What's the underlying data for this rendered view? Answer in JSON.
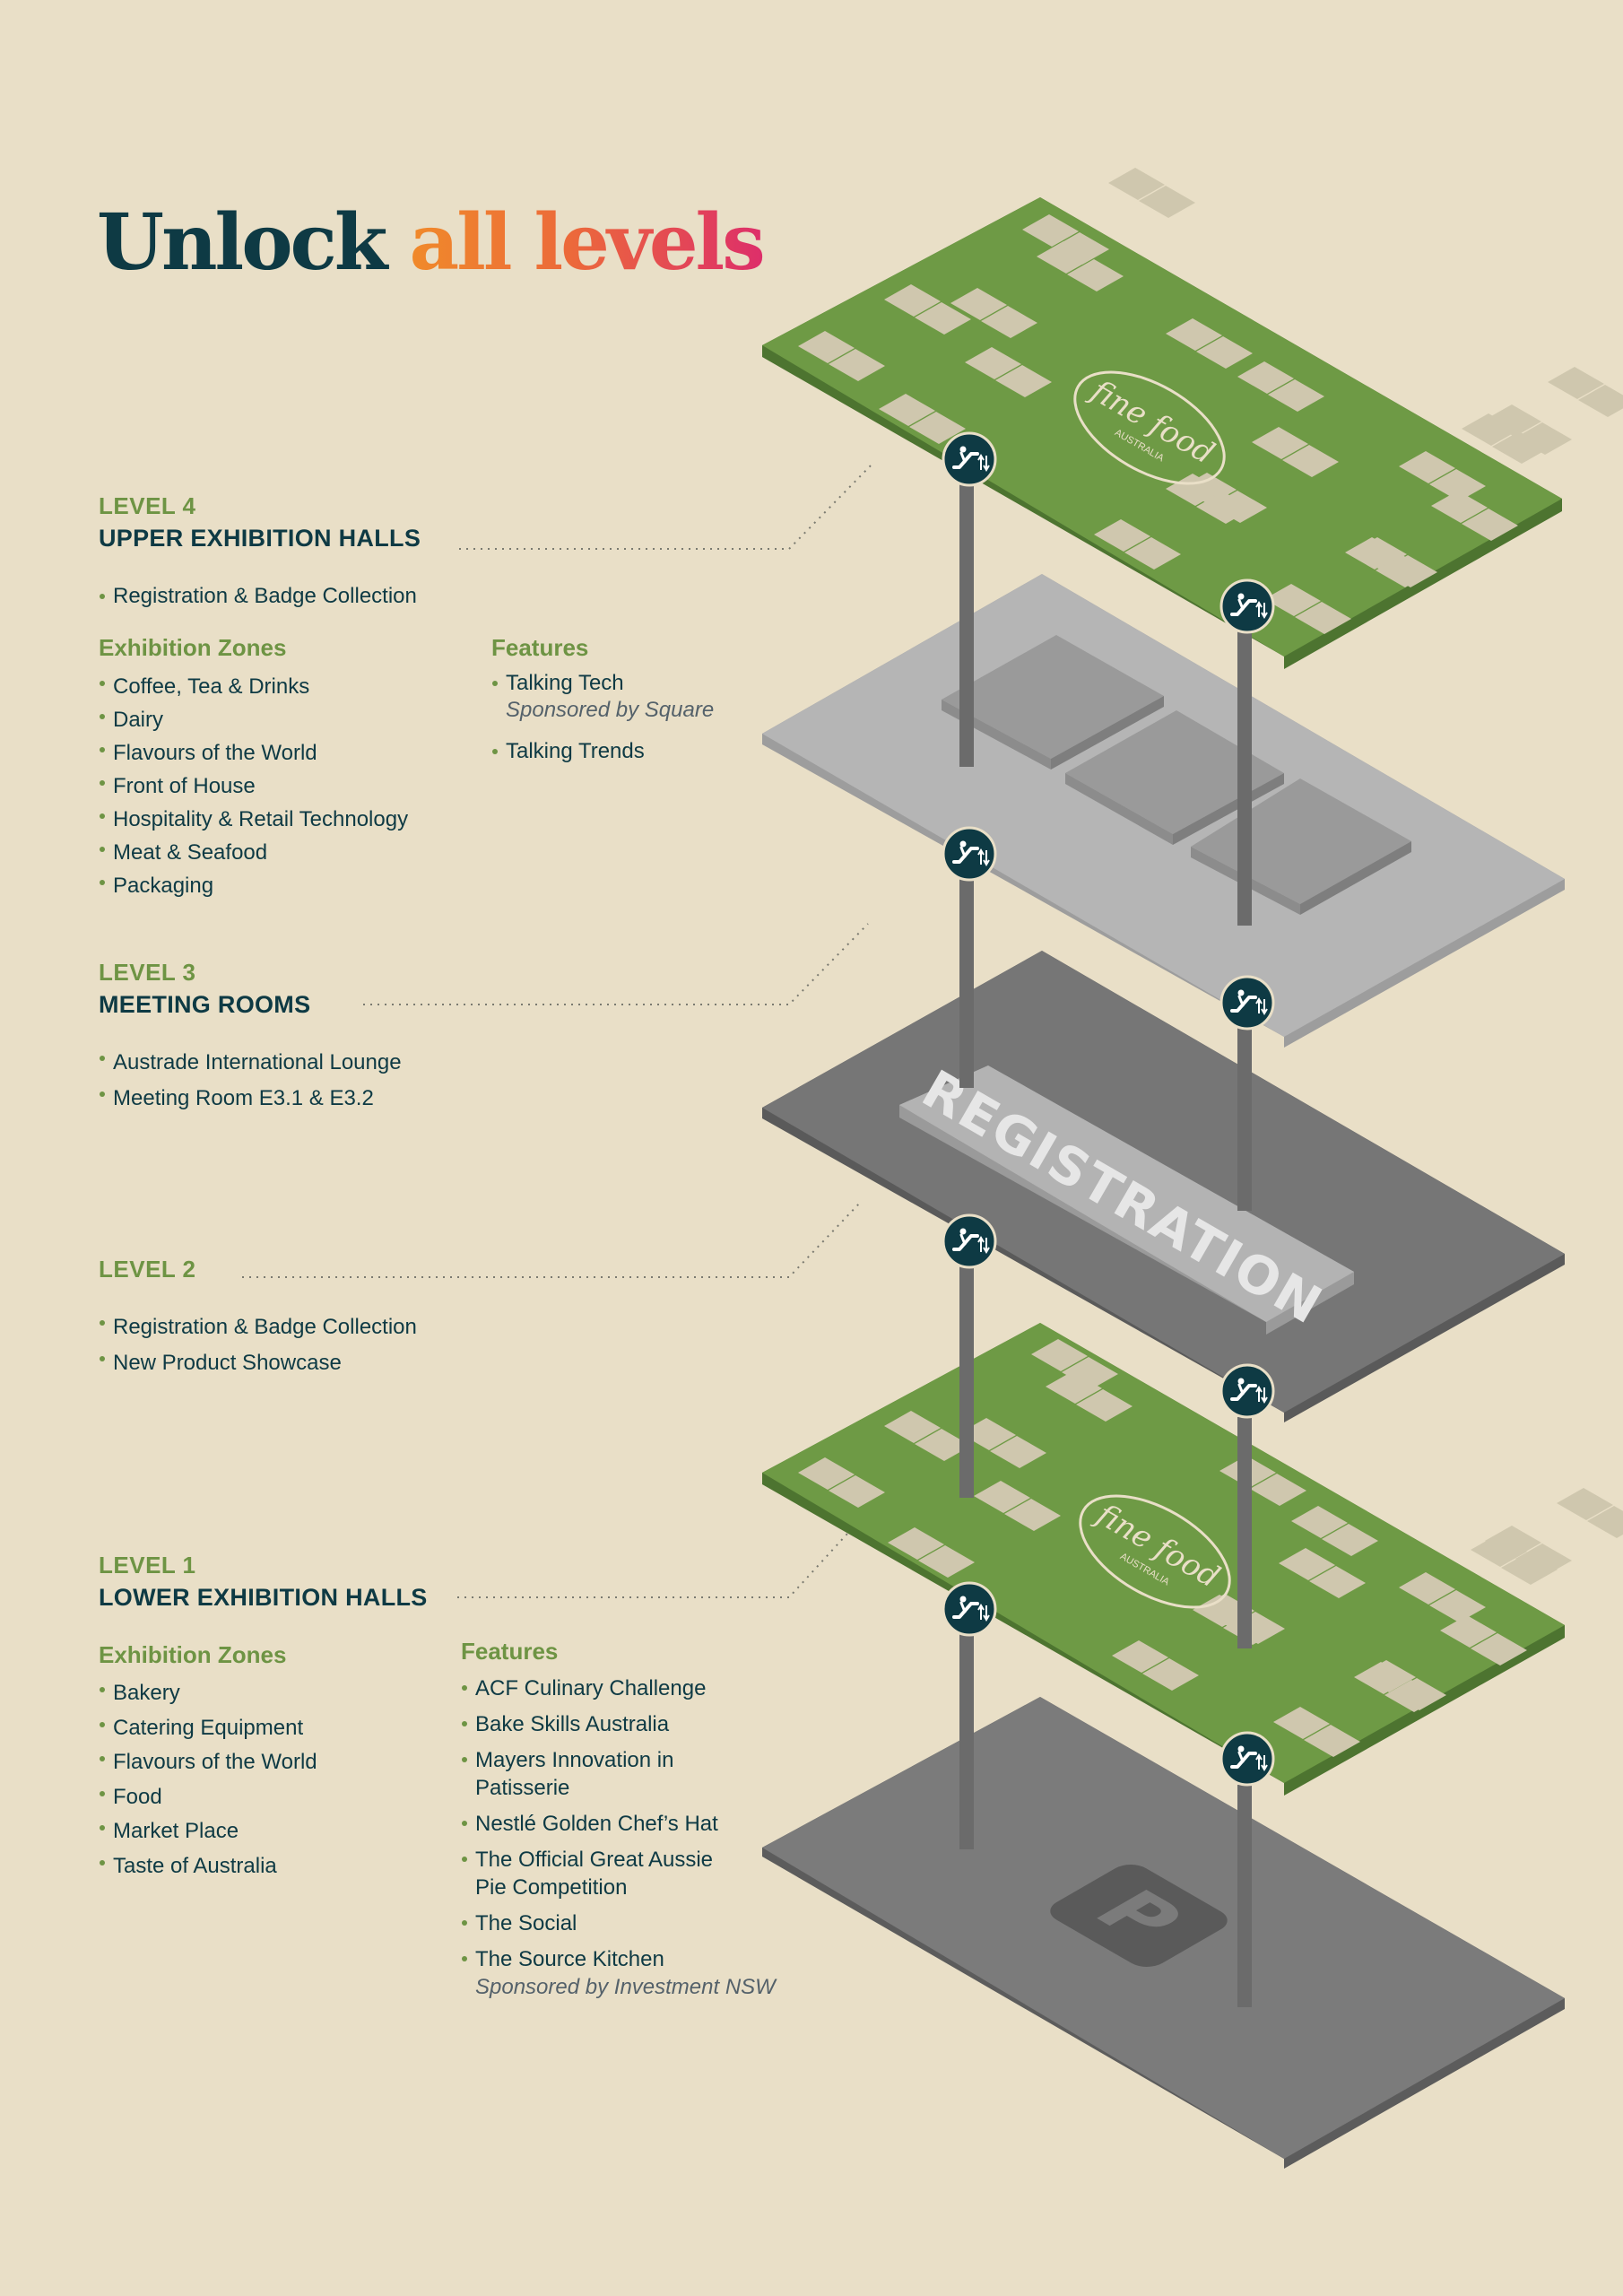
{
  "title": {
    "part1": "Unlock",
    "part2": "all levels"
  },
  "level4": {
    "number": "LEVEL 4",
    "name": "UPPER EXHIBITION HALLS",
    "general": [
      "Registration & Badge Collection"
    ],
    "zones_heading": "Exhibition Zones",
    "zones": [
      "Coffee, Tea & Drinks",
      "Dairy",
      "Flavours of the World",
      "Front of House",
      "Hospitality & Retail Technology",
      "Meat & Seafood",
      "Packaging"
    ],
    "features_heading": "Features",
    "features": [
      {
        "name": "Talking Tech",
        "sponsor": "Sponsored by Square"
      },
      {
        "name": "Talking Trends",
        "sponsor": ""
      }
    ]
  },
  "level3": {
    "number": "LEVEL 3",
    "name": "MEETING ROOMS",
    "items": [
      "Austrade International Lounge",
      "Meeting Room E3.1 & E3.2"
    ]
  },
  "level2": {
    "number": "LEVEL 2",
    "items": [
      "Registration & Badge Collection",
      "New Product Showcase"
    ]
  },
  "level1": {
    "number": "LEVEL 1",
    "name": "LOWER EXHIBITION HALLS",
    "zones_heading": "Exhibition Zones",
    "zones": [
      "Bakery",
      "Catering Equipment",
      "Flavours of the World",
      "Food",
      "Market Place",
      "Taste of Australia"
    ],
    "features_heading": "Features",
    "features": [
      {
        "name": "ACF Culinary Challenge",
        "sponsor": ""
      },
      {
        "name": "Bake Skills Australia",
        "sponsor": ""
      },
      {
        "name": "Mayers Innovation in Patisserie",
        "sponsor": ""
      },
      {
        "name": "Nestlé Golden Chef’s Hat",
        "sponsor": ""
      },
      {
        "name": "The Official Great Aussie Pie Competition",
        "sponsor": ""
      },
      {
        "name": "The Social",
        "sponsor": ""
      },
      {
        "name": "The Source Kitchen",
        "sponsor": "Sponsored by Investment NSW"
      }
    ]
  },
  "map": {
    "registration_sign": "REGISTRATION",
    "logo_text": "fine food",
    "logo_subtext": "AUSTRALIA",
    "parking_symbol": "P",
    "colors": {
      "background": "#E9DFC7",
      "heading_navy": "#0E3A44",
      "accent_green": "#6E9444",
      "hall_green": "#6E9A45",
      "booth_beige": "#CFC7AE",
      "meeting_grey": "#B5B5B5",
      "registration_grey": "#767676",
      "parking_grey": "#7B7B7B",
      "title_orange": "#F08A2A",
      "title_pink": "#DD2E6A"
    }
  }
}
